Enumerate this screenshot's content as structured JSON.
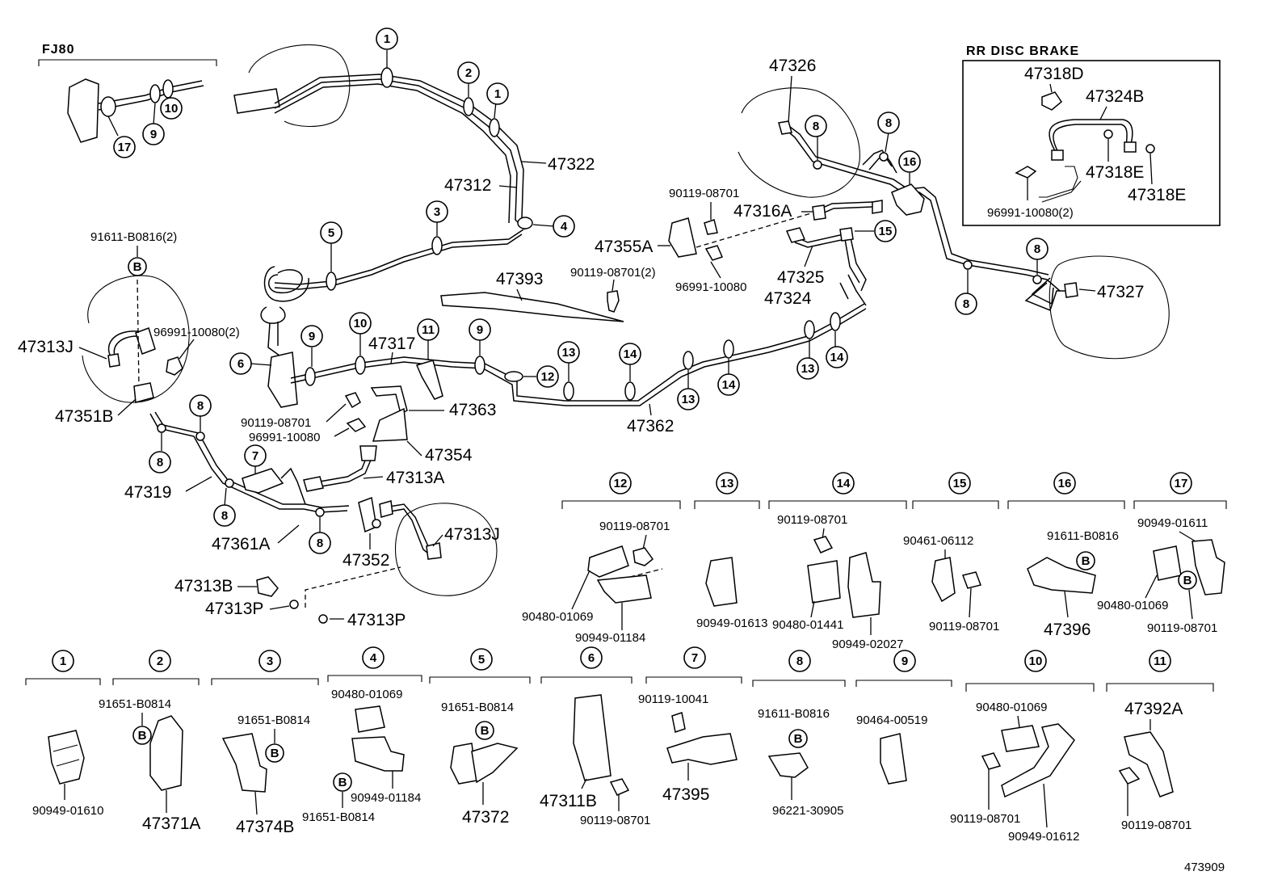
{
  "header": {
    "fj80_label": "FJ80",
    "rr_disc_title": "RR DISC BRAKE",
    "diagram_code": "473909"
  },
  "bubbles": [
    "1",
    "2",
    "3",
    "4",
    "5",
    "6",
    "7",
    "8",
    "9",
    "10",
    "11",
    "12",
    "13",
    "14",
    "15",
    "16",
    "17"
  ],
  "main": {
    "p47322": "47322",
    "p47312": "47312",
    "p47326": "47326",
    "p90119_08701_a": "90119-08701",
    "p47316a": "47316A",
    "p47355a": "47355A",
    "p96991_10080_a": "96991-10080",
    "p47325": "47325",
    "p47324": "47324",
    "p47327": "47327",
    "p47393": "47393",
    "p90119_08701_2": "90119-08701(2)",
    "p91611_b0816_2": "91611-B0816(2)",
    "p96991_10080_2": "96991-10080(2)",
    "p47313j_a": "47313J",
    "p47351b": "47351B",
    "p47317": "47317",
    "p47363": "47363",
    "p90119_08701_b": "90119-08701",
    "p96991_10080_b": "96991-10080",
    "p47354": "47354",
    "p47362": "47362",
    "p47319": "47319",
    "p47313a": "47313A",
    "p47361a": "47361A",
    "p47352": "47352",
    "p47313j_b": "47313J",
    "p47313b": "47313B",
    "p47313p_a": "47313P",
    "p47313p_b": "47313P"
  },
  "rr_disc": {
    "p47318d": "47318D",
    "p47324b": "47324B",
    "p47318e_a": "47318E",
    "p47318e_b": "47318E",
    "p96991_10080_2": "96991-10080(2)"
  },
  "groups": {
    "g12": {
      "a": "90119-08701",
      "b": "90480-01069",
      "c": "90949-01184"
    },
    "g13": {
      "a": "90949-01613"
    },
    "g14": {
      "a": "90119-08701",
      "b": "90480-01441",
      "c": "90949-02027"
    },
    "g15": {
      "a": "90461-06112",
      "b": "90119-08701"
    },
    "g16": {
      "a": "91611-B0816",
      "b": "47396"
    },
    "g17": {
      "a": "90949-01611",
      "b": "90480-01069",
      "c": "90119-08701"
    },
    "g1": {
      "a": "90949-01610"
    },
    "g2": {
      "a": "91651-B0814",
      "b": "47371A"
    },
    "g3": {
      "a": "91651-B0814",
      "b": "47374B"
    },
    "g4": {
      "a": "90480-01069",
      "b": "90949-01184",
      "c": "91651-B0814"
    },
    "g5": {
      "a": "91651-B0814",
      "b": "47372"
    },
    "g6": {
      "a": "47311B",
      "b": "90119-08701"
    },
    "g7": {
      "a": "90119-10041",
      "b": "47395"
    },
    "g8": {
      "a": "91611-B0816",
      "b": "96221-30905"
    },
    "g9": {
      "a": "90464-00519"
    },
    "g10": {
      "a": "90480-01069",
      "b": "90119-08701",
      "c": "90949-01612"
    },
    "g11": {
      "a": "47392A",
      "b": "90119-08701"
    }
  },
  "badge_letter": "B"
}
